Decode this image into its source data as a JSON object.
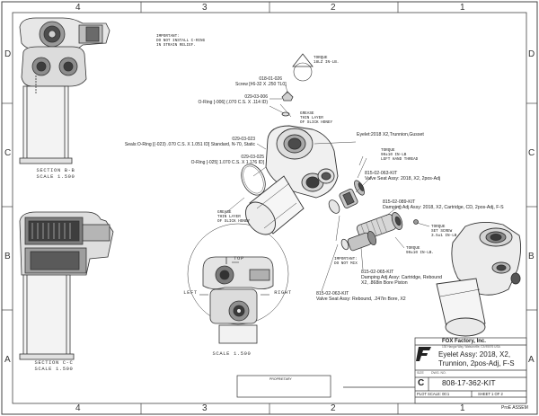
{
  "zones": {
    "columns": [
      "4",
      "3",
      "2",
      "1"
    ],
    "rows": [
      "D",
      "C",
      "B",
      "A"
    ]
  },
  "notes": {
    "important_top": [
      "IMPORTANT:",
      "DO NOT INSTALL C-RING",
      "IN STRAIN RELIEF."
    ],
    "torque_top": [
      "TORQUE",
      "18LZ IN-LB."
    ],
    "grease_top": [
      "GREASE",
      "THIN LAYER",
      "OF SLICK HONEY"
    ],
    "torque_mid": [
      "TORQUE",
      "90±10 IN-LB",
      "LEFT HAND THREAD"
    ],
    "grease_mid": [
      "GREASE",
      "THIN LAYER",
      "OF SLICK HONEY"
    ],
    "torque_right": [
      "TORQUE",
      "SET SCREW",
      "3.5±1 IN-LB"
    ],
    "torque_low": [
      "TORQUE",
      "90±10 IN-LB."
    ],
    "important_low": [
      "IMPORTANT:",
      "DO NOT MIX"
    ]
  },
  "parts": {
    "screw_pn": "018-01-026",
    "screw_desc": "Screw [#6-32 X .250 TL0]",
    "oring1_pn": "029-03-006",
    "oring1_desc": "O-Ring [-006] (.070 C.S. X .114 ID)",
    "oring2_pn": "029-03-023",
    "oring2_desc": "Seals:O-Ring [(-023) .070 C.S. X 1.051 ID] Standard, N-70, Static",
    "oring3_pn": "029-03-025",
    "oring3_desc": "O-Ring [-025] 1.070 C.S. X 1.176 ID]",
    "eyelet": "Eyelet:2018 X2,Trunnion,Gusset",
    "valve_hi_pn": "815-02-063-KIT",
    "valve_hi_desc": "Valve Seat Assy: 2018, X2, 2pos-Adj",
    "damp_adj_pn": "815-02-089-KIT",
    "damp_adj_desc": "Damping Adj Assy: 2018, X2, Cartridge, CD, 2pos-Adj, F-S",
    "damp_reb_pn": "815-02-065-KIT",
    "damp_reb_desc": [
      "Damping Adj Assy: Cartridge, Rebound",
      "X2, .868in Bore Piston"
    ],
    "valve_reb_pn": "815-02-063-KIT",
    "valve_reb_desc": "Valve Seat Assy: Rebound, .247in Bore, X2"
  },
  "views": {
    "section_bb": [
      "SECTION  B-B",
      "SCALE  1.500"
    ],
    "section_cc": [
      "SECTION  C-C",
      "SCALE  1.500"
    ],
    "top_view": {
      "top": "TOP",
      "left": "LEFT",
      "right": "RIGHT",
      "scale": "SCALE  1.500"
    }
  },
  "title_block": {
    "company": "FOX Factory, Inc.",
    "address": "130 Hangar Way, Watsonville, CA 95076 USA",
    "title_lines": [
      "Eyelet Assy: 2018, X2,",
      "Trunnion, 2pos-Adj, F-S"
    ],
    "size_label": "SIZE",
    "size": "C",
    "dwg_no_label": "DWG. NO.",
    "dwg_no": "808-17-362-KIT",
    "plot_scale": "PLOT SCALE: 00:1",
    "sheet": "SHEET 1 OF 2",
    "proprietary": "PROPRIETARY",
    "footer_right": "ProE ASSEM"
  }
}
